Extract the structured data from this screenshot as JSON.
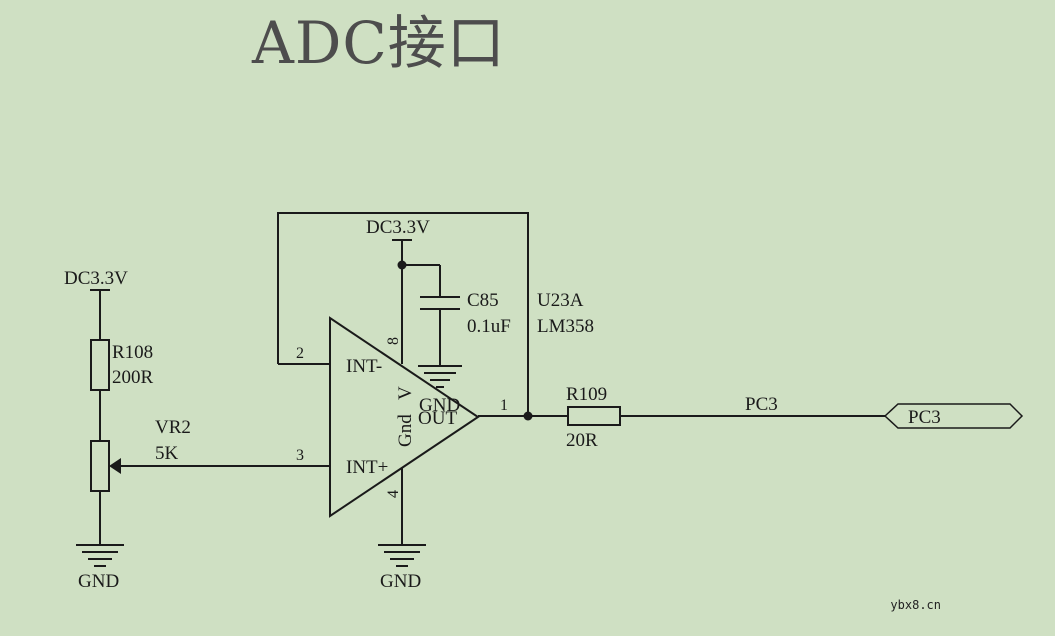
{
  "title": "ADC接口",
  "watermark": "ybx8.cn",
  "power_labels": {
    "top_cap": "DC3.3V",
    "left_pot": "DC3.3V"
  },
  "ground_labels": {
    "cap": "GND",
    "opamp": "GND",
    "pot": "GND"
  },
  "components": {
    "r108": {
      "ref": "R108",
      "value": "200R"
    },
    "vr2": {
      "ref": "VR2",
      "value": "5K"
    },
    "c85": {
      "ref": "C85",
      "value": "0.1uF"
    },
    "u23a": {
      "ref": "U23A",
      "part": "LM358"
    },
    "r109": {
      "ref": "R109",
      "value": "20R"
    }
  },
  "opamp": {
    "in_minus_label": "INT-",
    "in_plus_label": "INT+",
    "out_label": "OUT",
    "gnd_label": "Gnd",
    "v_label": "V",
    "pin_in_minus": "2",
    "pin_in_plus": "3",
    "pin_out": "1",
    "pin_vcc": "8",
    "pin_gnd": "4"
  },
  "net": {
    "wire_label": "PC3",
    "port_label": "PC3"
  }
}
